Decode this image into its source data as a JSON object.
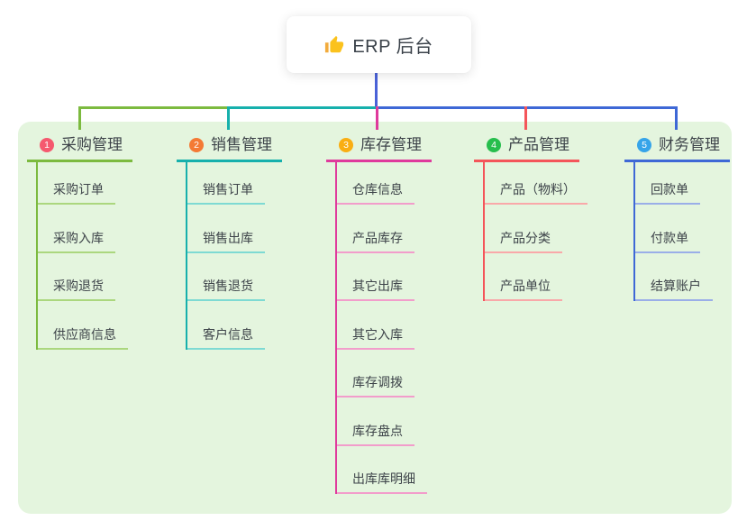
{
  "root": {
    "title": "ERP 后台",
    "icon": "thumbs-up-icon"
  },
  "branches": [
    {
      "id": "1",
      "label": "采购管理",
      "color": "#7cba3f",
      "tint": "#abd77e",
      "badge_color": "#f5596f",
      "children": [
        "采购订单",
        "采购入库",
        "采购退货",
        "供应商信息"
      ]
    },
    {
      "id": "2",
      "label": "销售管理",
      "color": "#16b0ac",
      "tint": "#7edad3",
      "badge_color": "#f47a35",
      "children": [
        "销售订单",
        "销售出库",
        "销售退货",
        "客户信息"
      ]
    },
    {
      "id": "3",
      "label": "库存管理",
      "color": "#df3a9c",
      "tint": "#f29dcb",
      "badge_color": "#f9ae13",
      "children": [
        "仓库信息",
        "产品库存",
        "其它出库",
        "其它入库",
        "库存调拨",
        "库存盘点",
        "出库库明细"
      ]
    },
    {
      "id": "4",
      "label": "产品管理",
      "color": "#f4555a",
      "tint": "#f9a8a9",
      "badge_color": "#27be4d",
      "children": [
        "产品（物料）",
        "产品分类",
        "产品单位"
      ]
    },
    {
      "id": "5",
      "label": "财务管理",
      "color": "#3e68d6",
      "tint": "#9aaee8",
      "badge_color": "#36a4e9",
      "children": [
        "回款单",
        "付款单",
        "结算账户"
      ]
    }
  ],
  "colors": {
    "panel_bg": "#e4f5de",
    "root_line": "#4a62d8",
    "text": "#3d4349"
  }
}
